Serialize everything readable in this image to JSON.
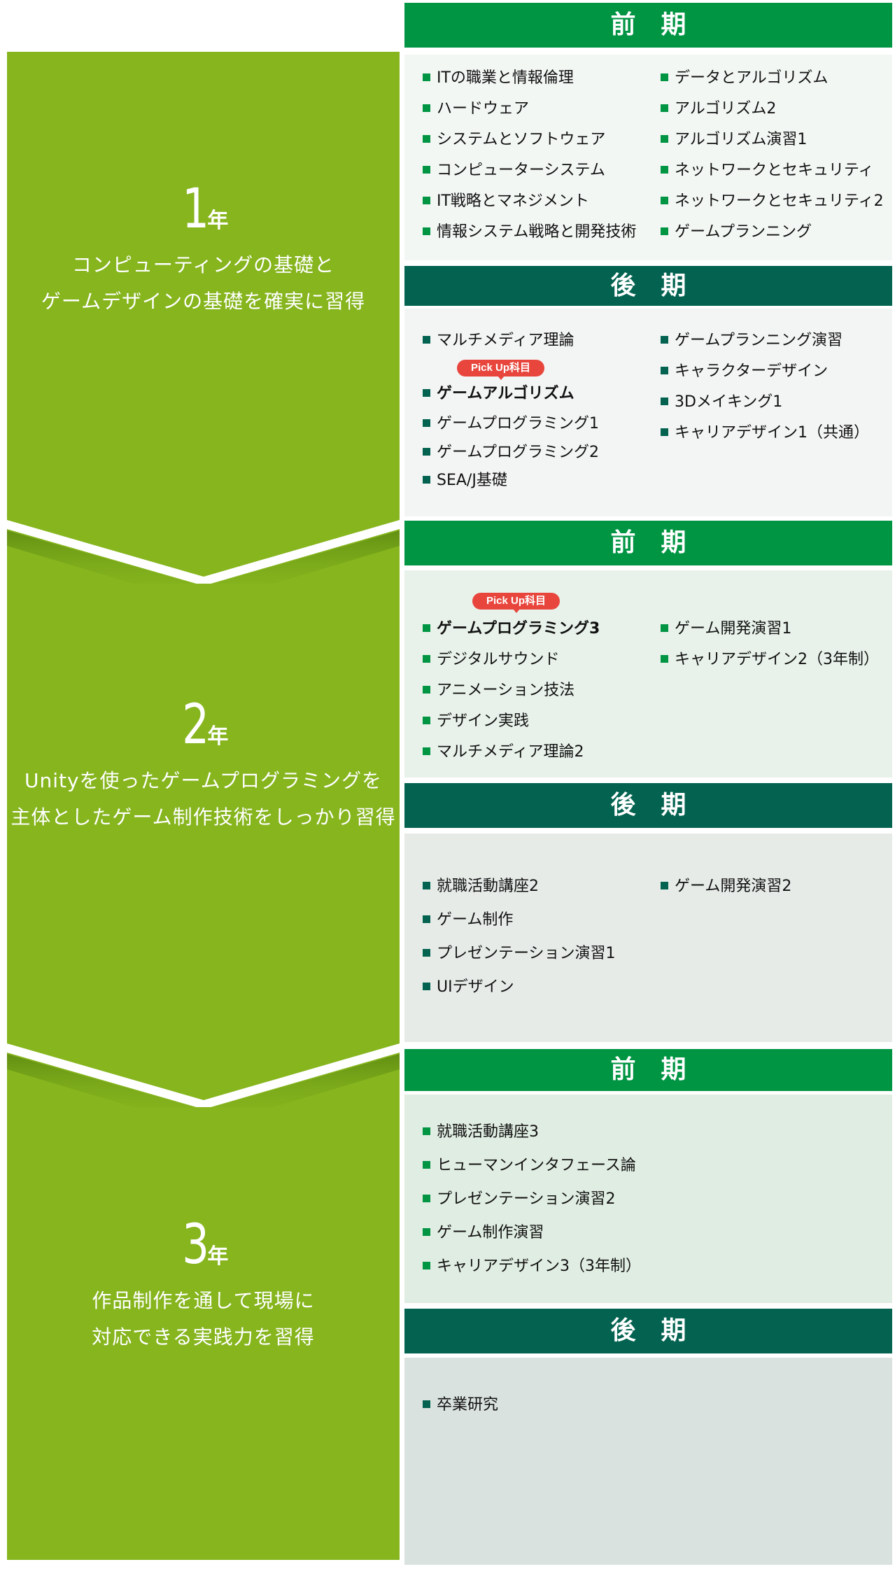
{
  "colors": {
    "year_panel": "#86b51e",
    "zenki_bar": "#009543",
    "kouki_bar": "#036350",
    "pickup_badge": "#e8463d",
    "box_y1_zenki": "#f3f7f4",
    "box_y1_kouki": "#f3f5f4",
    "box_y2_zenki": "#e8f2ea",
    "box_y2_kouki": "#e6ebe8",
    "box_y3_zenki": "#e0ede2",
    "box_y3_kouki": "#d9e2df"
  },
  "years": [
    {
      "number": "1",
      "unit": "年",
      "description_lines": [
        "コンピューティングの基礎と",
        "ゲームデザインの基礎を確実に習得"
      ],
      "semesters": [
        {
          "label": "前期",
          "columns": [
            [
              {
                "name": "ITの職業と情報倫理"
              },
              {
                "name": "ハードウェア"
              },
              {
                "name": "システムとソフトウェア"
              },
              {
                "name": "コンピューターシステム"
              },
              {
                "name": "IT戦略とマネジメント"
              },
              {
                "name": "情報システム戦略と開発技術"
              }
            ],
            [
              {
                "name": "データとアルゴリズム"
              },
              {
                "name": "アルゴリズム2"
              },
              {
                "name": "アルゴリズム演習1"
              },
              {
                "name": "ネットワークとセキュリティ"
              },
              {
                "name": "ネットワークとセキュリティ2"
              },
              {
                "name": "ゲームプランニング"
              }
            ]
          ]
        },
        {
          "label": "後期",
          "columns": [
            [
              {
                "name": "マルチメディア理論"
              },
              {
                "name": "ゲームアルゴリズム",
                "pickup": true,
                "badge": "Pick Up科目"
              },
              {
                "name": "ゲームプログラミング1"
              },
              {
                "name": "ゲームプログラミング2"
              },
              {
                "name": "SEA/J基礎"
              }
            ],
            [
              {
                "name": "ゲームプランニング演習"
              },
              {
                "name": "キャラクターデザイン"
              },
              {
                "name": "3Dメイキング1"
              },
              {
                "name": "キャリアデザイン1（共通）"
              }
            ]
          ]
        }
      ]
    },
    {
      "number": "2",
      "unit": "年",
      "description_lines": [
        "Unityを使ったゲームプログラミングを",
        "主体としたゲーム制作技術をしっかり習得"
      ],
      "semesters": [
        {
          "label": "前期",
          "columns": [
            [
              {
                "name": "ゲームプログラミング3",
                "pickup": true,
                "badge": "Pick Up科目"
              },
              {
                "name": "デジタルサウンド"
              },
              {
                "name": "アニメーション技法"
              },
              {
                "name": "デザイン実践"
              },
              {
                "name": "マルチメディア理論2"
              }
            ],
            [
              {
                "name": "ゲーム開発演習1"
              },
              {
                "name": "キャリアデザイン2（3年制）"
              }
            ]
          ]
        },
        {
          "label": "後期",
          "columns": [
            [
              {
                "name": "就職活動講座2"
              },
              {
                "name": "ゲーム制作"
              },
              {
                "name": "プレゼンテーション演習1"
              },
              {
                "name": "UIデザイン"
              }
            ],
            [
              {
                "name": "ゲーム開発演習2"
              }
            ]
          ]
        }
      ]
    },
    {
      "number": "3",
      "unit": "年",
      "description_lines": [
        "作品制作を通して現場に",
        "対応できる実践力を習得"
      ],
      "semesters": [
        {
          "label": "前期",
          "columns": [
            [
              {
                "name": "就職活動講座3"
              },
              {
                "name": "ヒューマンインタフェース論"
              },
              {
                "name": "プレゼンテーション演習2"
              },
              {
                "name": "ゲーム制作演習"
              },
              {
                "name": "キャリアデザイン3（3年制）"
              }
            ]
          ]
        },
        {
          "label": "後期",
          "columns": [
            [
              {
                "name": "卒業研究"
              }
            ]
          ]
        }
      ]
    }
  ]
}
